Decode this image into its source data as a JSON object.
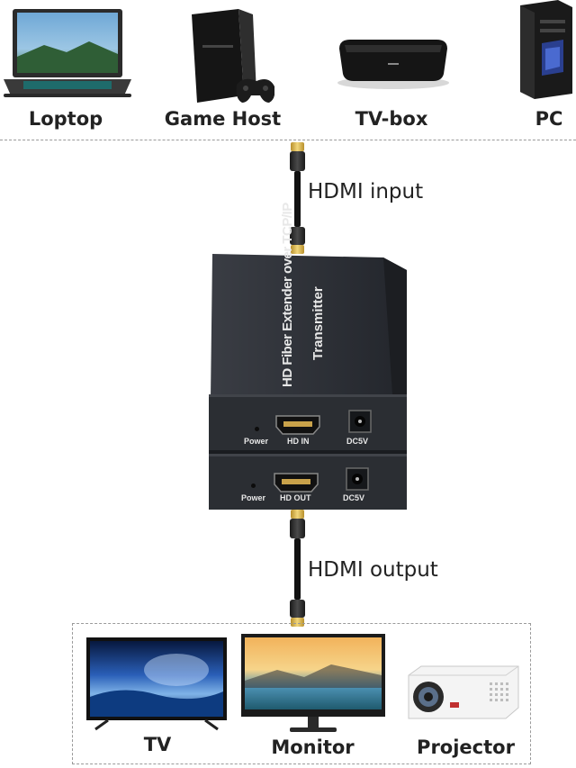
{
  "sources": [
    {
      "label": "Loptop",
      "icon": "laptop-icon"
    },
    {
      "label": "Game Host",
      "icon": "game-console-icon"
    },
    {
      "label": "TV-box",
      "icon": "tv-box-icon"
    },
    {
      "label": "PC",
      "icon": "pc-tower-icon"
    }
  ],
  "input_label": "HDMI input",
  "output_label": "HDMI output",
  "transmitter": {
    "top_text_line1": "HD Fiber Extender over TCP/IP",
    "top_text_line2": "Transmitter",
    "ports": [
      "Power",
      "HD IN",
      "DC5V"
    ]
  },
  "receiver": {
    "ports": [
      "Power",
      "HD OUT",
      "DC5V"
    ]
  },
  "outputs": [
    {
      "label": "TV",
      "icon": "tv-icon"
    },
    {
      "label": "Monitor",
      "icon": "monitor-icon"
    },
    {
      "label": "Projector",
      "icon": "projector-icon"
    }
  ]
}
